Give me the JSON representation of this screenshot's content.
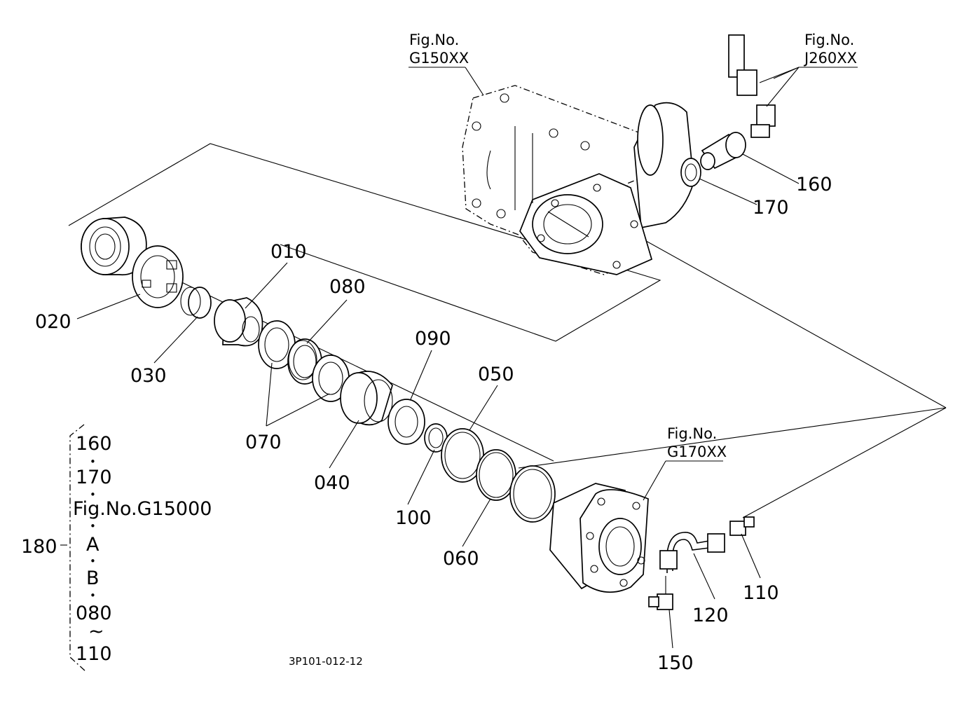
{
  "diagram": {
    "part_labels": {
      "p010": "010",
      "p020": "020",
      "p030": "030",
      "p040": "040",
      "p050": "050",
      "p060": "060",
      "p070": "070",
      "p080": "080",
      "p090": "090",
      "p100": "100",
      "p110": "110",
      "p120": "120",
      "p150": "150",
      "p160": "160",
      "p170": "170"
    },
    "fig_refs": {
      "g150": {
        "line1": "Fig.No.",
        "line2": "G150XX"
      },
      "j260": {
        "line1": "Fig.No.",
        "line2": "J260XX"
      },
      "g170": {
        "line1": "Fig.No.",
        "line2": "G170XX"
      }
    },
    "assembly": {
      "label": "180",
      "items": [
        "160",
        "170",
        "Fig.No.G15000",
        "A",
        "B",
        "080",
        "110"
      ],
      "separator": "•",
      "range_symbol": "~"
    },
    "drawing_code": "3P101-012-12"
  }
}
